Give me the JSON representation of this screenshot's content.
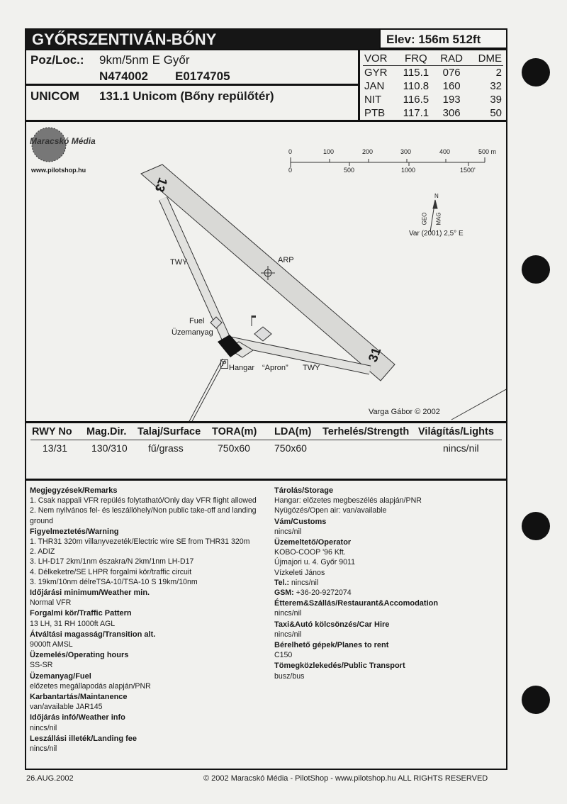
{
  "header": {
    "title": "GYŐRSZENTIVÁN-BŐNY",
    "elevation": "Elev: 156m 512ft"
  },
  "location": {
    "label": "Poz/Loc.:",
    "distance": "9km/5nm E Győr",
    "lat": "N474002",
    "lon": "E0174705"
  },
  "unicom": {
    "label": "UNICOM",
    "value": "131.1 Unicom (Bőny repülőtér)"
  },
  "vor": {
    "headers": [
      "VOR",
      "FRQ",
      "RAD",
      "DME"
    ],
    "rows": [
      [
        "GYR",
        "115.1",
        "076",
        "2"
      ],
      [
        "JAN",
        "110.8",
        "160",
        "32"
      ],
      [
        "NIT",
        "116.5",
        "193",
        "39"
      ],
      [
        "PTB",
        "117.1",
        "306",
        "50"
      ]
    ]
  },
  "map": {
    "logo_text": "Maracskó Média",
    "logo_url": "www.pilotshop.hu",
    "scale_m": [
      "0",
      "100",
      "200",
      "300",
      "400",
      "500 m"
    ],
    "scale_ft": [
      "0",
      "500",
      "1000",
      "1500'"
    ],
    "north": {
      "n": "N",
      "geo": "GEO",
      "mag": "MAG",
      "variation": "Var (2001) 2,5° E"
    },
    "labels": {
      "twy1": "TWY",
      "arp": "ARP",
      "fuel": "Fuel",
      "fuel_hu": "Üzemanyag",
      "parking": "P",
      "hangar": "Hangar",
      "apron": "“Apron”",
      "twy2": "TWY",
      "rwy13": "13",
      "rwy31": "31",
      "author": "Varga Gábor © 2002"
    }
  },
  "runway": {
    "headers": [
      "RWY No",
      "Mag.Dir.",
      "Talaj/Surface",
      "TORA(m)",
      "LDA(m)",
      "Terhelés/Strength",
      "Világítás/Lights"
    ],
    "row": [
      "13/31",
      "130/310",
      "fű/grass",
      "750x60",
      "750x60",
      "",
      "nincs/nil"
    ]
  },
  "remarks_left": [
    {
      "title": "Megjegyzések/Remarks",
      "lines": [
        "1. Csak nappali VFR repülés folytatható/Only day VFR flight allowed",
        "2. Nem nyilvános fel- és leszállóhely/Non public take-off and landing ground"
      ]
    },
    {
      "title": "Figyelmeztetés/Warning",
      "lines": [
        "1. THR31 320m villanyvezeték/Electric wire SE from THR31 320m",
        "2. ADIZ",
        "3. LH-D17 2km/1nm északra/N 2km/1nm LH-D17",
        "4. Délkeketre/SE LHPR forgalmi kör/traffic circuit",
        "3. 19km/10nm délreTSA-10/TSA-10 S 19km/10nm"
      ]
    },
    {
      "title": "Időjárási minimum/Weather min.",
      "lines": [
        "Normal VFR"
      ]
    },
    {
      "title": "Forgalmi kör/Traffic Pattern",
      "lines": [
        "13 LH, 31 RH 1000ft AGL"
      ]
    },
    {
      "title": "Átváltási magasság/Transition alt.",
      "lines": [
        "9000ft AMSL"
      ]
    },
    {
      "title": "Üzemelés/Operating hours",
      "lines": [
        "SS-SR"
      ]
    },
    {
      "title": "Üzemanyag/Fuel",
      "lines": [
        "előzetes megállapodás alapján/PNR"
      ]
    },
    {
      "title": "Karbantartás/Maintanence",
      "lines": [
        "van/available JAR145"
      ]
    },
    {
      "title": "Időjárás infó/Weather info",
      "lines": [
        "nincs/nil"
      ]
    },
    {
      "title": "Leszállási illeték/Landing fee",
      "lines": [
        "nincs/nil"
      ]
    }
  ],
  "remarks_right": [
    {
      "title": "Tárolás/Storage",
      "lines": [
        "Hangar: előzetes megbeszélés alapján/PNR",
        "Nyügözés/Open air: van/available"
      ]
    },
    {
      "title": "Vám/Customs",
      "lines": [
        "nincs/nil"
      ]
    },
    {
      "title": "Üzemeltető/Operator",
      "lines": [
        "KOBO-COOP '96 Kft.",
        "Újmajori u. 4. Győr 9011",
        "Vízkeleti János"
      ],
      "tel_label": "Tel.:",
      "tel": " nincs/nil",
      "gsm_label": "GSM:",
      "gsm": " +36-20-9272074"
    },
    {
      "title": "Étterem&Szállás/Restaurant&Accomodation",
      "lines": [
        "nincs/nil"
      ]
    },
    {
      "title": "Taxi&Autó kölcsönzés/Car Hire",
      "lines": [
        "nincs/nil"
      ]
    },
    {
      "title": "Bérelhető gépek/Planes to rent",
      "lines": [
        "C150"
      ]
    },
    {
      "title": "Tömegközlekedés/Public Transport",
      "lines": [
        "busz/bus"
      ]
    }
  ],
  "footer": {
    "date": "26.AUG.2002",
    "copyright": "© 2002 Maracskó Média - PilotShop - www.pilotshop.hu ALL RIGHTS RESERVED"
  }
}
